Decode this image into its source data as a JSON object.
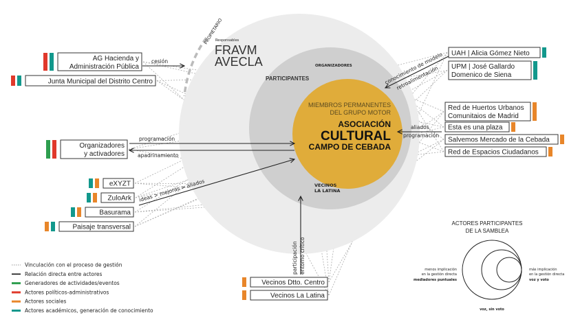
{
  "colors": {
    "green": "#2e9e4f",
    "red": "#e0392b",
    "orange": "#e8862a",
    "teal": "#12988c",
    "gold": "#e0ac3a",
    "outer": "#ececec",
    "mid": "#cfcfcf"
  },
  "circles": {
    "responsables_small": "Responsables",
    "responsables_1": "FRAVM",
    "responsables_2": "AVECLA",
    "organizadores": "ORGANIZADORES",
    "participantes": "PARTICIPANTES",
    "propietario": "PROPIETARIO",
    "miembros_1": "MIEMBROS PERMANENTES",
    "miembros_2": "DEL GRUPO MOTOR",
    "asoc_1": "ASOCIACIÓN",
    "asoc_2": "CULTURAL",
    "asoc_3": "CAMPO DE CEBADA",
    "vecinos_1": "VECINOS",
    "vecinos_2": "LA LATINA"
  },
  "relations": {
    "cesion": "cesión",
    "programacion": "programación",
    "apadrinamiento": "apadrinamiento",
    "ideas": "ideas > mejoras > aliados",
    "conocimiento": "conocimiento de modelo",
    "retroalimentacion": "retroalimentación",
    "aliados": "aliados",
    "programacion_r": "programación",
    "participacion": "participación",
    "entorno": "entorno crítico"
  },
  "left_actors": [
    {
      "l1": "AG Hacienda y",
      "l2": "Administración Pública",
      "bars": [
        "red",
        "teal"
      ]
    },
    {
      "l1": "Junta Municipal del Distrito Centro",
      "bars": [
        "red",
        "teal"
      ]
    },
    {
      "l1": "Organizadores",
      "l2": "y activadores",
      "bars": [
        "green",
        "red"
      ]
    },
    {
      "l1": "eXYZT",
      "bars": [
        "teal",
        "orange"
      ]
    },
    {
      "l1": "ZuloArk",
      "bars": [
        "teal",
        "orange"
      ]
    },
    {
      "l1": "Basurama",
      "bars": [
        "teal",
        "orange"
      ]
    },
    {
      "l1": "Paisaje transversal",
      "bars": [
        "orange",
        "teal"
      ]
    }
  ],
  "right_actors": [
    {
      "l1": "UAH | Alicia Gómez Nieto",
      "bars": [
        "teal"
      ]
    },
    {
      "l1": "UPM | José Gallardo",
      "l2": "Domenico de Siena",
      "bars": [
        "teal"
      ]
    },
    {
      "l1": "Red de Huertos Urbanos",
      "l2": "Comunitaios de Madrid",
      "bars": [
        "orange"
      ]
    },
    {
      "l1": "Esta es una plaza",
      "bars": [
        "orange"
      ]
    },
    {
      "l1": "Salvemos Mercado de la Cebada",
      "bars": [
        "orange"
      ]
    },
    {
      "l1": "Red de Espacios Ciudadanos",
      "bars": [
        "orange"
      ]
    }
  ],
  "bottom_actors": [
    {
      "l1": "Vecinos Dtto. Centro",
      "bars": [
        "orange"
      ]
    },
    {
      "l1": "Vecinos La Latina",
      "bars": [
        "orange"
      ]
    }
  ],
  "legend": [
    {
      "label": "Vinculación con el proceso de gestión",
      "style": "dotted"
    },
    {
      "label": "Relación directa entre actores",
      "style": "black"
    },
    {
      "label": "Generadores de actividades/eventos",
      "style": "green"
    },
    {
      "label": "Actores políticos-administrativos",
      "style": "red"
    },
    {
      "label": "Actores sociales",
      "style": "orange"
    },
    {
      "label": "Actores académicos, generación de conocimiento",
      "style": "teal"
    }
  ],
  "inset": {
    "title_1": "ACTORES PARTICIPANTES",
    "title_2": "DE LA SAMBLEA",
    "left_1": "menos implicación",
    "left_2": "en la gestión directa",
    "left_3": "mediadores puntuales",
    "right_1": "más implicación",
    "right_2": "en la gestión directa",
    "right_3": "voz y voto",
    "bottom": "voz, sin voto"
  }
}
